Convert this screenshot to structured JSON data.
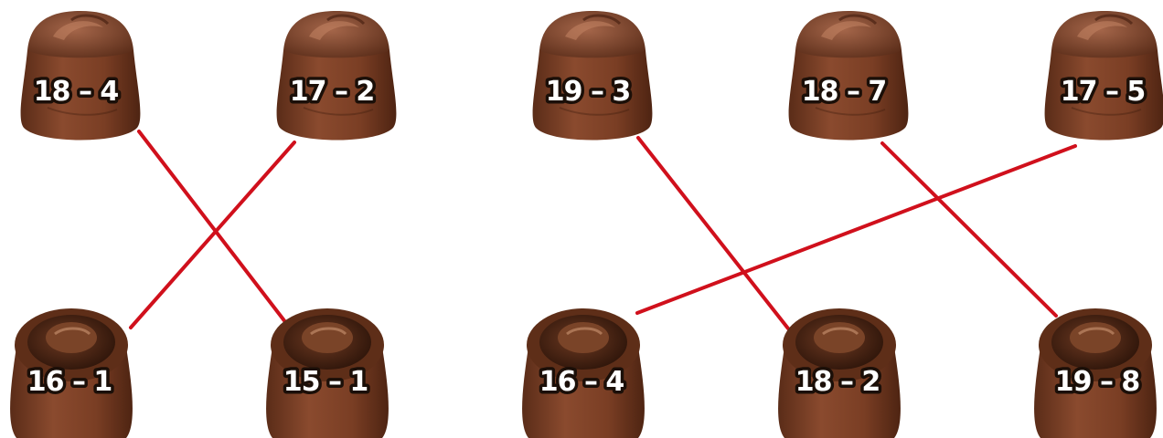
{
  "candies": {
    "top": [
      {
        "id": "t1",
        "label": "18 – 4"
      },
      {
        "id": "t2",
        "label": "17 – 2"
      },
      {
        "id": "t3",
        "label": "19 – 3"
      },
      {
        "id": "t4",
        "label": "18 – 7"
      },
      {
        "id": "t5",
        "label": "17 – 5"
      }
    ],
    "bottom": [
      {
        "id": "b1",
        "label": "16 – 1"
      },
      {
        "id": "b2",
        "label": "15 – 1"
      },
      {
        "id": "b3",
        "label": "16 – 4"
      },
      {
        "id": "b4",
        "label": "18 – 2"
      },
      {
        "id": "b5",
        "label": "19 – 8"
      }
    ]
  },
  "connections": [
    {
      "from": "t1",
      "to": "b2"
    },
    {
      "from": "t2",
      "to": "b1"
    },
    {
      "from": "t3",
      "to": "b4"
    },
    {
      "from": "t4",
      "to": "b5"
    },
    {
      "from": "t5",
      "to": "b3"
    }
  ],
  "colors": {
    "line": "#d0101c",
    "chocolate_dark": "#4a2414",
    "chocolate_mid": "#7a4028",
    "chocolate_light": "#a8684a"
  }
}
